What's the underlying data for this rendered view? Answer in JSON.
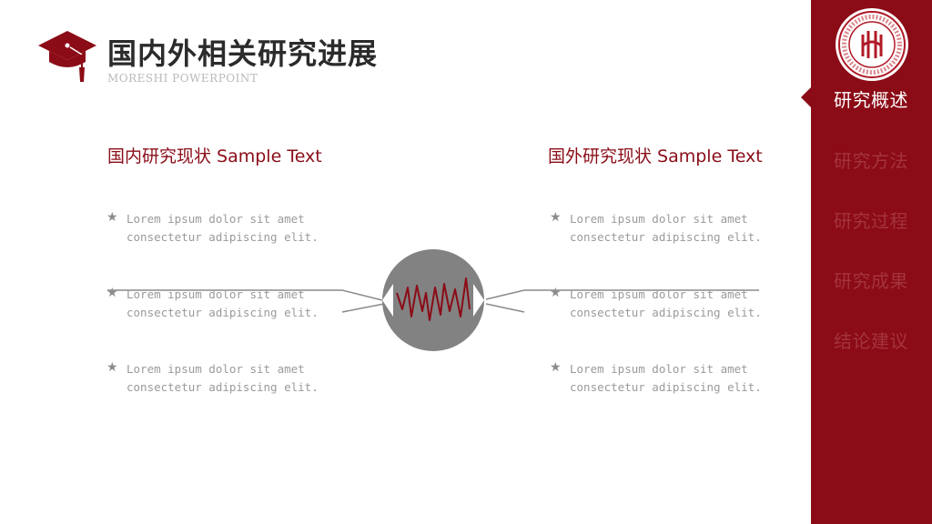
{
  "header": {
    "title": "国内外相关研究进展",
    "subtitle": "MORESHI POWERPOINT",
    "accent_color": "#8b0b16"
  },
  "left_column": {
    "heading": "国内研究现状 Sample Text",
    "items": [
      {
        "line1": "Lorem ipsum dolor sit amet",
        "line2": "consectetur adipiscing elit."
      },
      {
        "line1": "Lorem ipsum dolor sit amet",
        "line2": "consectetur adipiscing elit."
      },
      {
        "line1": "Lorem ipsum dolor sit amet",
        "line2": "consectetur adipiscing elit."
      }
    ]
  },
  "right_column": {
    "heading": "国外研究现状 Sample Text",
    "items": [
      {
        "line1": "Lorem ipsum dolor sit amet",
        "line2": "consectetur adipiscing elit."
      },
      {
        "line1": "Lorem ipsum dolor sit amet",
        "line2": "consectetur adipiscing elit."
      },
      {
        "line1": "Lorem ipsum dolor sit amet",
        "line2": "consectetur adipiscing elit."
      }
    ]
  },
  "sidebar": {
    "items": [
      {
        "label": "研究概述",
        "active": true
      },
      {
        "label": "研究方法",
        "active": false
      },
      {
        "label": "研究过程",
        "active": false
      },
      {
        "label": "研究成果",
        "active": false
      },
      {
        "label": "结论建议",
        "active": false
      }
    ]
  },
  "icons": {
    "header": "graduation-cap-icon",
    "bullet": "star-icon",
    "logo": "university-seal-icon",
    "center": "waveform-circle-icon"
  }
}
